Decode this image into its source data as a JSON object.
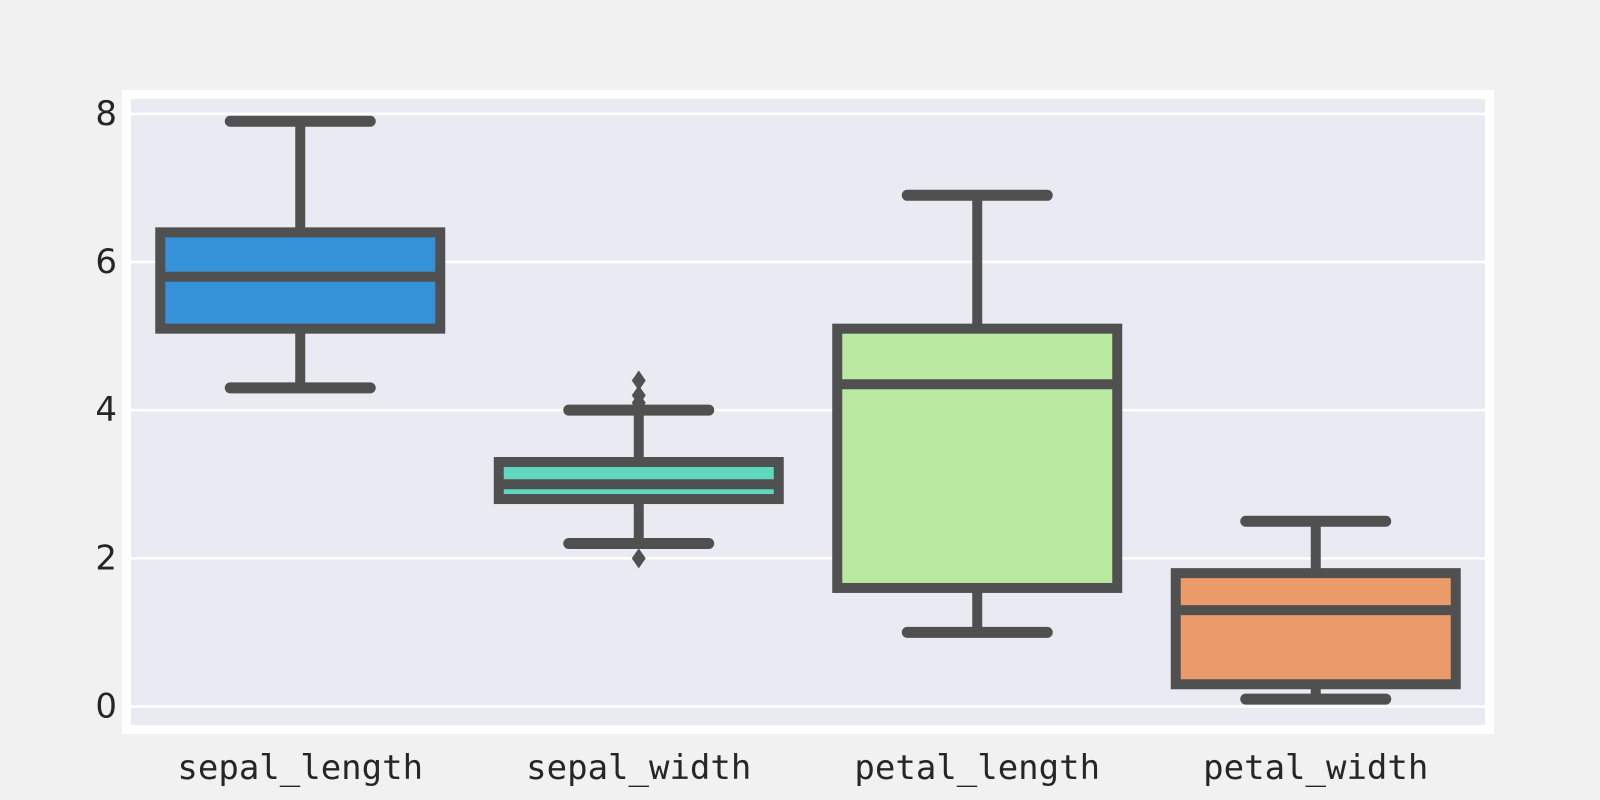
{
  "chart_data": {
    "type": "box",
    "title": "",
    "xlabel": "",
    "ylabel": "",
    "ylim": [
      -0.25,
      8.2
    ],
    "y_ticks": [
      0,
      2,
      4,
      6,
      8
    ],
    "y_tick_labels": [
      "0",
      "2",
      "4",
      "6",
      "8"
    ],
    "grid": true,
    "categories": [
      "sepal_length",
      "sepal_width",
      "petal_length",
      "petal_width"
    ],
    "boxes": [
      {
        "category": "sepal_length",
        "whisker_low": 4.3,
        "q1": 5.1,
        "median": 5.8,
        "q3": 6.4,
        "whisker_high": 7.9,
        "outliers": [],
        "color": "#3592d8"
      },
      {
        "category": "sepal_width",
        "whisker_low": 2.2,
        "q1": 2.8,
        "median": 3.0,
        "q3": 3.3,
        "whisker_high": 4.0,
        "outliers": [
          2.0,
          4.1,
          4.2,
          4.4
        ],
        "color": "#5fd8bd"
      },
      {
        "category": "petal_length",
        "whisker_low": 1.0,
        "q1": 1.6,
        "median": 4.35,
        "q3": 5.1,
        "whisker_high": 6.9,
        "outliers": [],
        "color": "#b9e9a0"
      },
      {
        "category": "petal_width",
        "whisker_low": 0.1,
        "q1": 0.3,
        "median": 1.3,
        "q3": 1.8,
        "whisker_high": 2.5,
        "outliers": [],
        "color": "#ea9b69"
      }
    ],
    "colors": {
      "background": "#f1f1f1",
      "plot_area": "#eaeaf2",
      "frame": "#ffffff",
      "grid": "#ffffff",
      "box_edge": "#505050"
    }
  }
}
